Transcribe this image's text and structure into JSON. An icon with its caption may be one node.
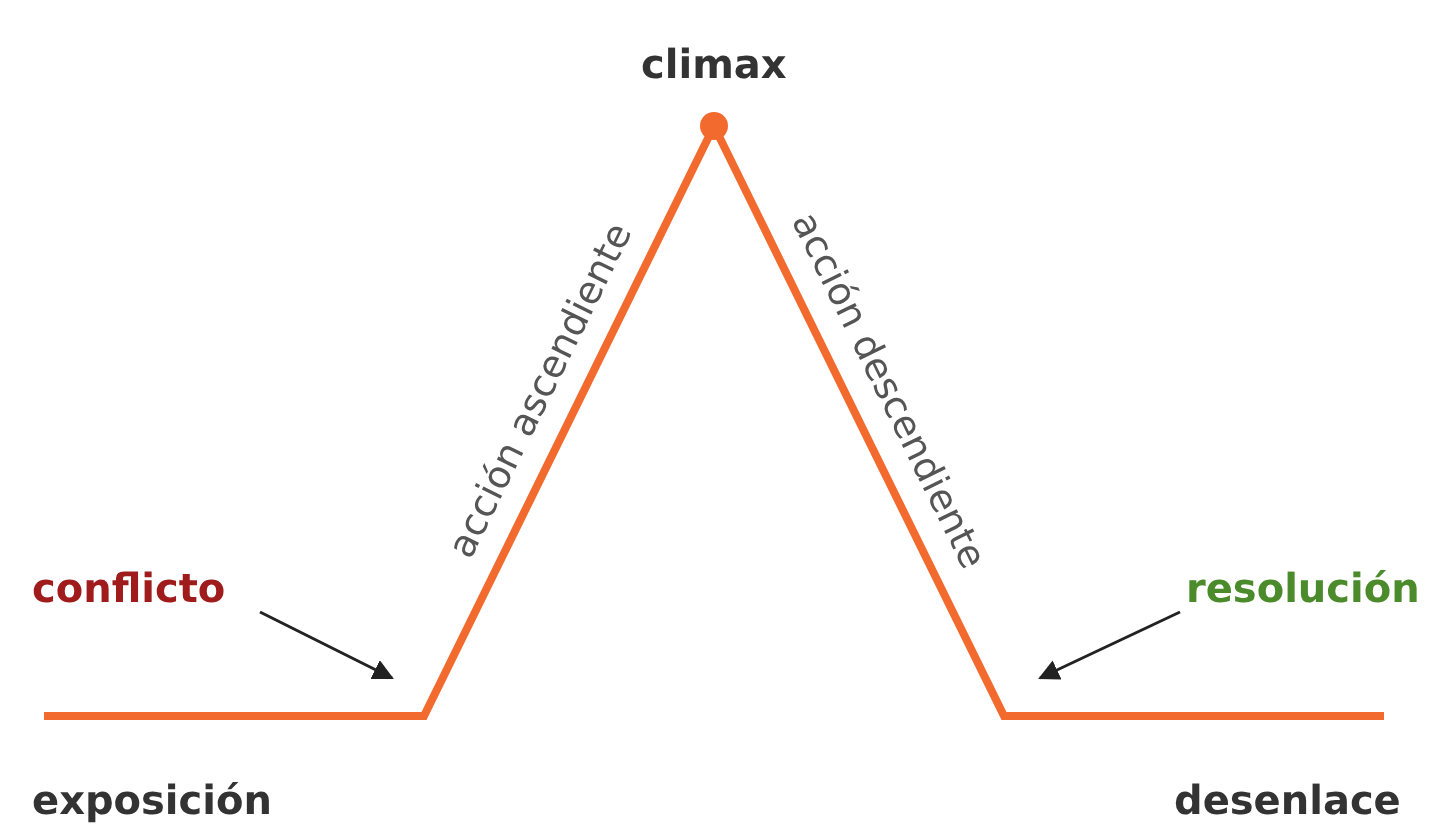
{
  "diagram": {
    "nodes": [
      {
        "text": [
          "conflicto"
        ]
      },
      {
        "text": [
          "resolución"
        ]
      }
    ],
    "edges": [
      {
        "from": 0,
        "to": null,
        "arrow": "to"
      },
      {
        "from": 1,
        "to": null,
        "arrow": "to"
      }
    ],
    "labels": [
      "climax",
      "acción ascendiente",
      "acción descendiente",
      "exposición",
      "desenlace"
    ]
  }
}
